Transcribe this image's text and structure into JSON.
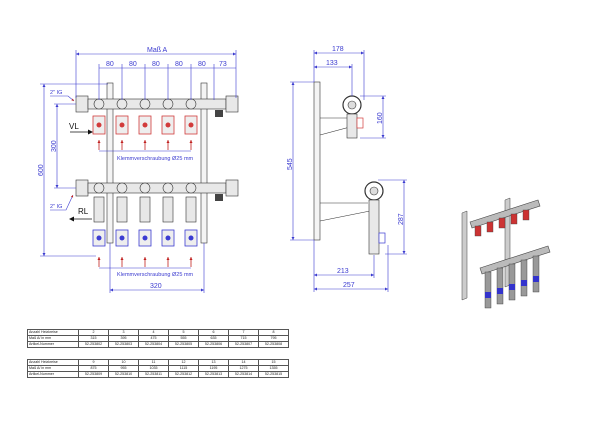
{
  "front_view": {
    "dim_mass_a": "Maß A",
    "dim_spacing": [
      "80",
      "80",
      "80",
      "80",
      "80"
    ],
    "dim_end": "73",
    "dim_height": "600",
    "dim_axis": "300",
    "dim_bottom": "320",
    "connection_top": "2\" IG",
    "connection_bottom": "2\" IG",
    "flow_label": "VL",
    "return_label": "RL",
    "fitting_top": "Klemmverschraubung Ø25 mm",
    "fitting_bottom": "Klemmverschraubung Ø25 mm",
    "outlet_count": 5
  },
  "side_view": {
    "dim_178": "178",
    "dim_133": "133",
    "dim_545": "545",
    "dim_160": "160",
    "dim_287": "287",
    "dim_213": "213",
    "dim_257": "257"
  },
  "colors": {
    "dimension": "#3b3bd0",
    "flow_valve": "#d23c3c",
    "return_valve": "#3c3cd2",
    "arrow": "#c0201f"
  },
  "tables": [
    {
      "rows": [
        {
          "label": "Anzahl Heizkreise",
          "values": [
            "2",
            "3",
            "4",
            "5",
            "6",
            "7",
            "8"
          ]
        },
        {
          "label": "Maß A/ in mm",
          "values": [
            "315",
            "395",
            "475",
            "555",
            "635",
            "715",
            "795"
          ]
        },
        {
          "label": "Artikel-Nummer",
          "values": [
            "52-253802",
            "52-253803",
            "52-253804",
            "52-253805",
            "52-253806",
            "52-253807",
            "52-253808"
          ]
        }
      ]
    },
    {
      "rows": [
        {
          "label": "Anzahl Heizkreise",
          "values": [
            "9",
            "10",
            "11",
            "12",
            "13",
            "14",
            "15"
          ]
        },
        {
          "label": "Maß A/ in mm",
          "values": [
            "875",
            "955",
            "1035",
            "1115",
            "1195",
            "1275",
            "1355"
          ]
        },
        {
          "label": "Artikel-Nummer",
          "values": [
            "52-253809",
            "52-253810",
            "52-253811",
            "52-253812",
            "52-253813",
            "52-253814",
            "52-253815"
          ]
        }
      ]
    }
  ]
}
